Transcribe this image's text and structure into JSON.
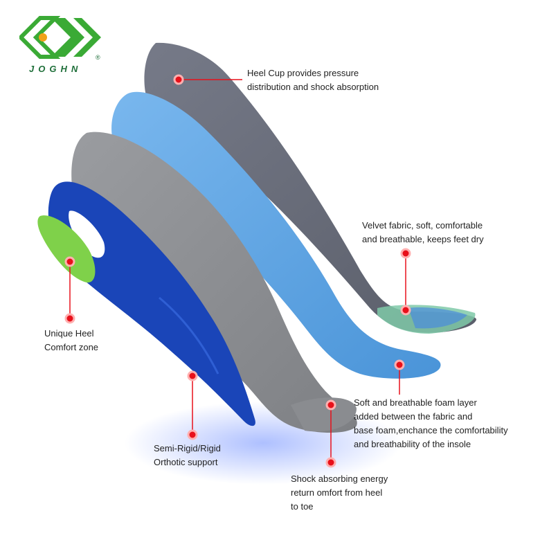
{
  "brand": {
    "name": "JOGHN",
    "registered": "®",
    "color": "#3aaa35"
  },
  "accent": "#e8101a",
  "layers": [
    {
      "name": "top-fabric",
      "color": "#6b6f7c"
    },
    {
      "name": "foam-layer",
      "color": "#5aa2e0"
    },
    {
      "name": "base-shell",
      "color": "#8a8c90"
    },
    {
      "name": "orthotic-support",
      "color": "#1a45b8"
    },
    {
      "name": "heel-pad",
      "color": "#7fd14a"
    }
  ],
  "callouts": {
    "heel_cup": "Heel Cup provides pressure\ndistribution and shock absorption",
    "velvet": "Velvet fabric, soft, comfortable\nand breathable, keeps feet dry",
    "heel_zone": "Unique Heel\nComfort zone",
    "foam": "Soft and breathable foam layer\nadded between the fabric and\nbase foam,enchance the comfortability\nand breathability of the insole",
    "rigid": "Semi-Rigid/Rigid\nOrthotic support",
    "shock": "Shock absorbing energy\nreturn omfort from heel\nto toe"
  }
}
